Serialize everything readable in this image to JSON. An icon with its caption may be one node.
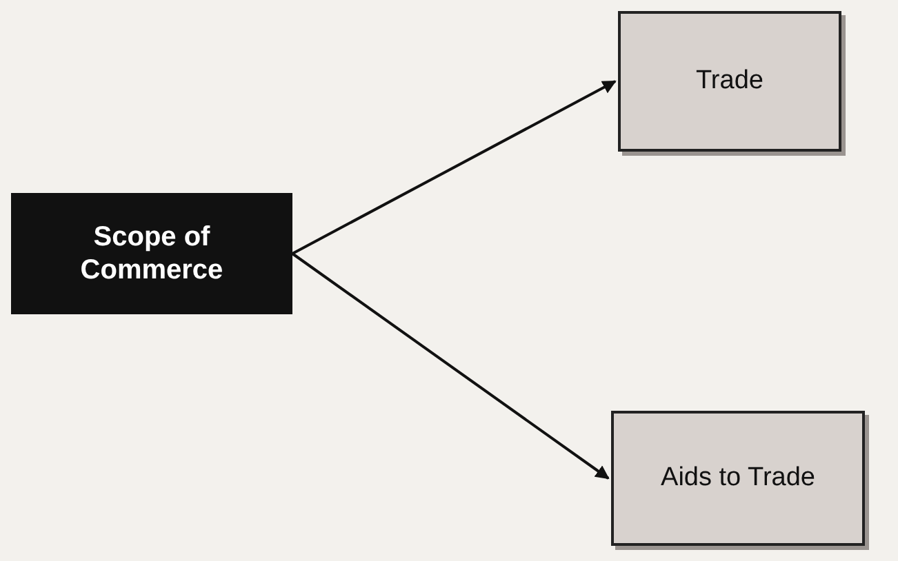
{
  "diagram": {
    "nodes": [
      {
        "text": [
          "Scope of Commerce"
        ]
      },
      {
        "text": [
          "Trade"
        ]
      },
      {
        "text": [
          "Aids to Trade"
        ]
      }
    ],
    "edges": [
      {
        "from": 0,
        "to": 1,
        "arrow": "to"
      },
      {
        "from": 0,
        "to": 2,
        "arrow": "to"
      }
    ]
  }
}
